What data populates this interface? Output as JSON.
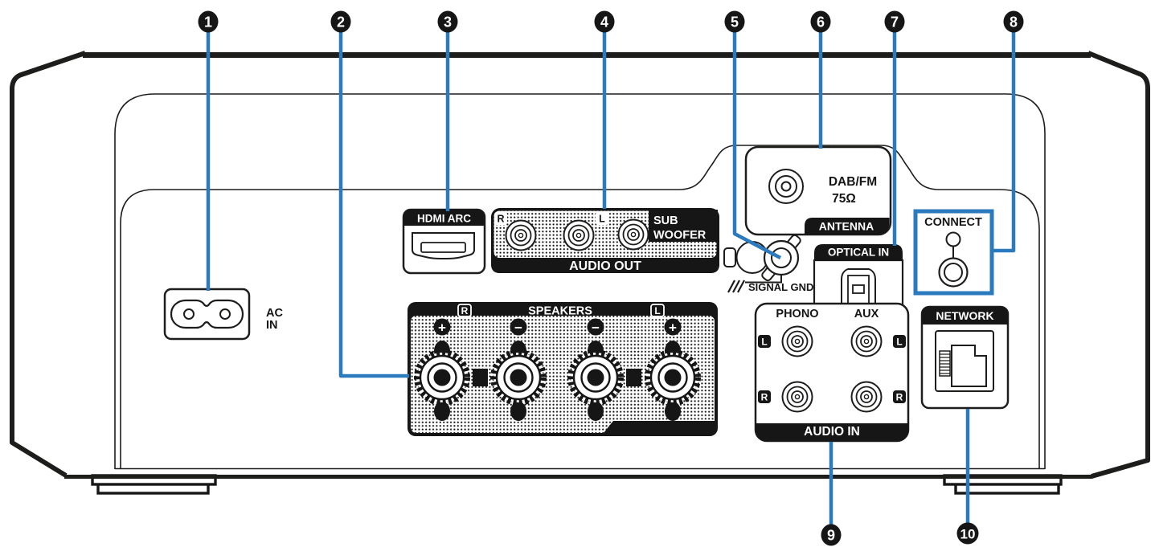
{
  "callouts": [
    "1",
    "2",
    "3",
    "4",
    "5",
    "6",
    "7",
    "8",
    "9",
    "10"
  ],
  "connectors": {
    "ac_in": {
      "line1": "AC",
      "line2": "IN"
    },
    "hdmi": {
      "label": "HDMI ARC"
    },
    "audio_out": {
      "title": "AUDIO OUT",
      "channel_r": "R",
      "channel_l": "L",
      "sub_line1": "SUB",
      "sub_line2": "WOOFER"
    },
    "speakers": {
      "title": "SPEAKERS",
      "channel_r": "R",
      "channel_l": "L",
      "terminals": [
        {
          "polarity": "+"
        },
        {
          "polarity": "−"
        },
        {
          "polarity": "−"
        },
        {
          "polarity": "+"
        }
      ]
    },
    "antenna": {
      "title": "ANTENNA",
      "band": "DAB/FM",
      "impedance": "75Ω"
    },
    "signal_gnd": {
      "label": "SIGNAL GND"
    },
    "optical_in": {
      "label": "OPTICAL IN"
    },
    "connect": {
      "label": "CONNECT"
    },
    "network": {
      "label": "NETWORK"
    },
    "audio_in": {
      "title": "AUDIO IN",
      "phono": "PHONO",
      "aux": "AUX",
      "phono_l": "L",
      "phono_r": "R",
      "aux_l": "L",
      "aux_r": "R"
    }
  },
  "colors": {
    "callout_leader_blue": "#2b7abd",
    "diagram_black": "#161616"
  }
}
